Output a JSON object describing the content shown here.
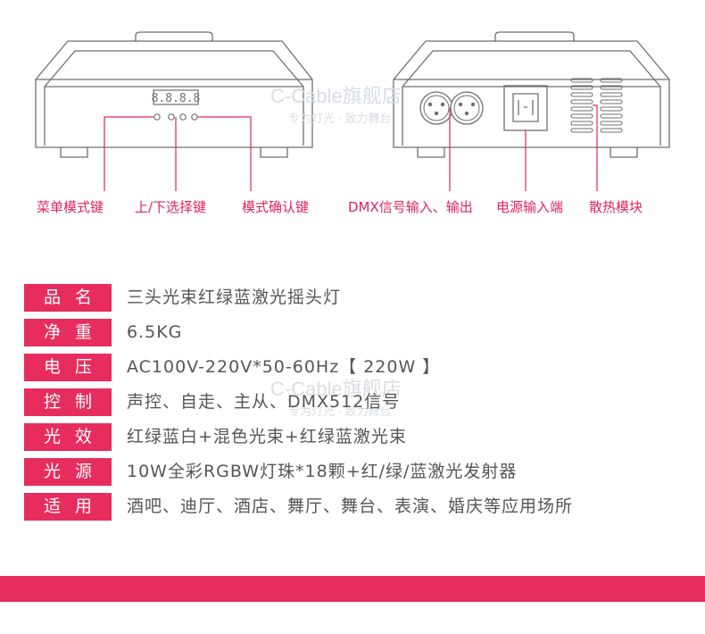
{
  "callouts": {
    "menu_key": "菜单模式键",
    "updown_key": "上/下选择键",
    "confirm_key": "模式确认键",
    "dmx": "DMX信号输入、输出",
    "power": "电源输入端",
    "cooling": "散热模块"
  },
  "watermarks": [
    {
      "brand": "C-Cable旗舰店",
      "slogan": "专为灯光 · 致力舞台"
    },
    {
      "brand": "C-Cable旗舰店",
      "slogan": "专为灯光 · 致力舞台"
    }
  ],
  "specs": [
    {
      "key": "品名",
      "value": "三头光束红绿蓝激光摇头灯"
    },
    {
      "key": "净重",
      "value": "6.5KG"
    },
    {
      "key": "电压",
      "value": "AC100V-220V*50-60Hz【 220W 】"
    },
    {
      "key": "控制",
      "value": "声控、自走、主从、DMX512信号"
    },
    {
      "key": "光效",
      "value": "红绿蓝白+混色光束+红绿蓝激光束"
    },
    {
      "key": "光源",
      "value": "10W全彩RGBW灯珠*18颗+红/绿/蓝激光发射器"
    },
    {
      "key": "适用",
      "value": "酒吧、迪厅、酒店、舞厅、舞台、表演、婚庆等应用场所"
    }
  ],
  "colors": {
    "accent": "#e72d5e",
    "line": "#6f6f6f"
  },
  "display_segments": "8.8.8.8"
}
